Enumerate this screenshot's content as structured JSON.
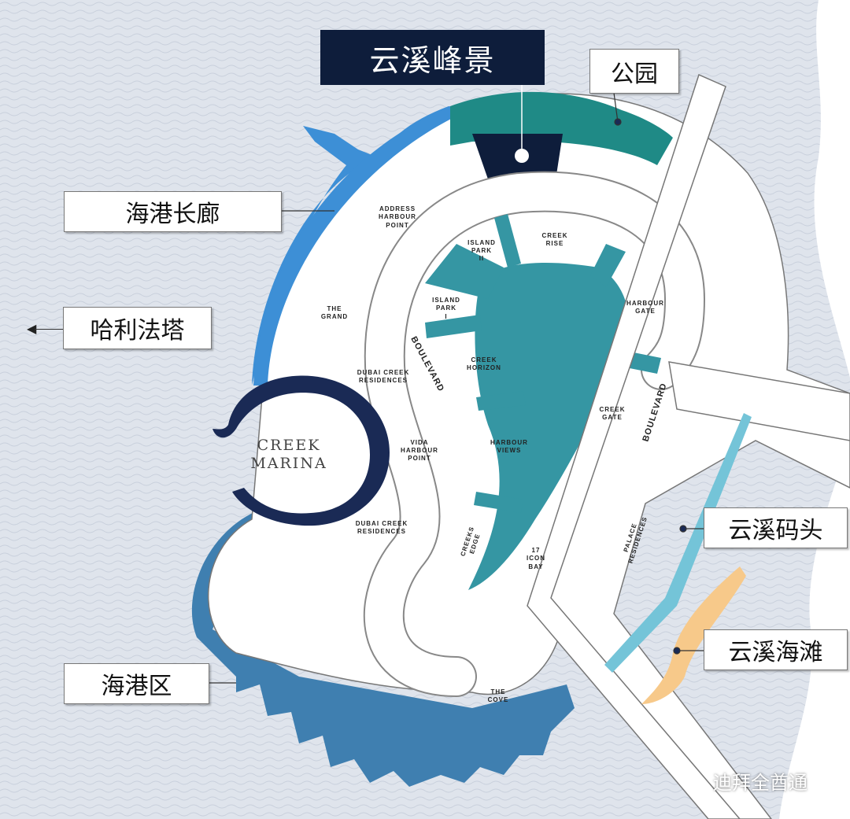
{
  "title": "云溪峰景",
  "callouts": {
    "park": "公园",
    "harbour_promenade": "海港长廊",
    "burj_khalifa": "哈利法塔",
    "creek_pier": "云溪码头",
    "creek_beach": "云溪海滩",
    "harbour_district": "海港区"
  },
  "map_labels": {
    "address_harbour_point": [
      "ADDRESS",
      "HARBOUR",
      "POINT"
    ],
    "island_park_2": [
      "ISLAND",
      "PARK",
      "II"
    ],
    "creek_rise": [
      "CREEK",
      "RISE"
    ],
    "island_park_1": [
      "ISLAND",
      "PARK",
      "I"
    ],
    "harbour_gate": [
      "HARBOUR",
      "GATE"
    ],
    "the_grand": [
      "THE",
      "GRAND"
    ],
    "creek_horizon": [
      "CREEK",
      "HORIZON"
    ],
    "dubai_creek_residences_north": [
      "DUBAI CREEK",
      "RESIDENCES"
    ],
    "vida_harbour_point": [
      "VIDA",
      "HARBOUR",
      "POINT"
    ],
    "harbour_views": [
      "HARBOUR",
      "VIEWS"
    ],
    "creek_gate": [
      "CREEK",
      "GATE"
    ],
    "dubai_creek_residences_south": [
      "DUBAI CREEK",
      "RESIDENCES"
    ],
    "creeks_edge": [
      "CREEKS",
      "EDGE"
    ],
    "icon_bay": [
      "17",
      "ICON",
      "BAY"
    ],
    "palace_residences": [
      "PALACE",
      "RESIDENCES"
    ],
    "the_cove": [
      "THE",
      "COVE"
    ],
    "boulevard_west": "BOULEVARD",
    "boulevard_east": "BOULEVARD",
    "creek_marina": [
      "CREEK",
      "MARINA"
    ]
  },
  "watermark": "迪拜全酋通",
  "colors": {
    "water": "#dfe4ec",
    "lagoon": "#3596a3",
    "park": "#1f8a86",
    "promenade": "#3d8fd6",
    "marina_ring": "#1a2a55",
    "harbour": "#3f7fb0",
    "pier": "#74c4d8",
    "beach": "#f7c98a",
    "title_bg": "#0e1d3b"
  }
}
